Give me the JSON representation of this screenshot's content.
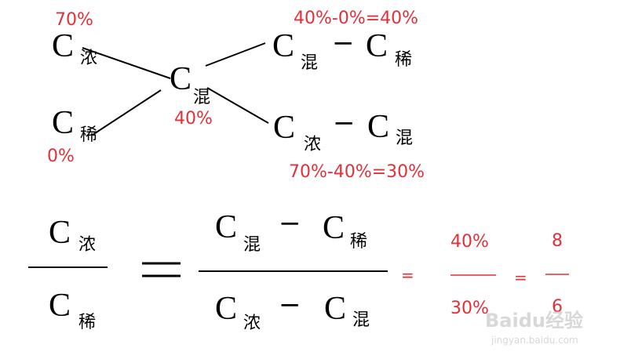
{
  "symbols": {
    "C": "C",
    "nong": "浓",
    "xi": "稀",
    "hun": "混",
    "minus": "−"
  },
  "values": {
    "c_nong": "70%",
    "c_xi": "0%",
    "c_hun": "40%",
    "top_diff": "40%-0%=40%",
    "bottom_diff": "70%-40%=30%"
  },
  "equation": {
    "equals_sign": "=",
    "eq_small_1": "=",
    "eq_small_2": "=",
    "num_percent": "40%",
    "den_percent": "30%",
    "num_simplified": "8",
    "den_simplified": "6"
  },
  "watermark": {
    "brand": "Baidu经验",
    "url": "jingyan.baidu.com"
  },
  "colors": {
    "red": "#e0313a",
    "black": "#000000"
  }
}
